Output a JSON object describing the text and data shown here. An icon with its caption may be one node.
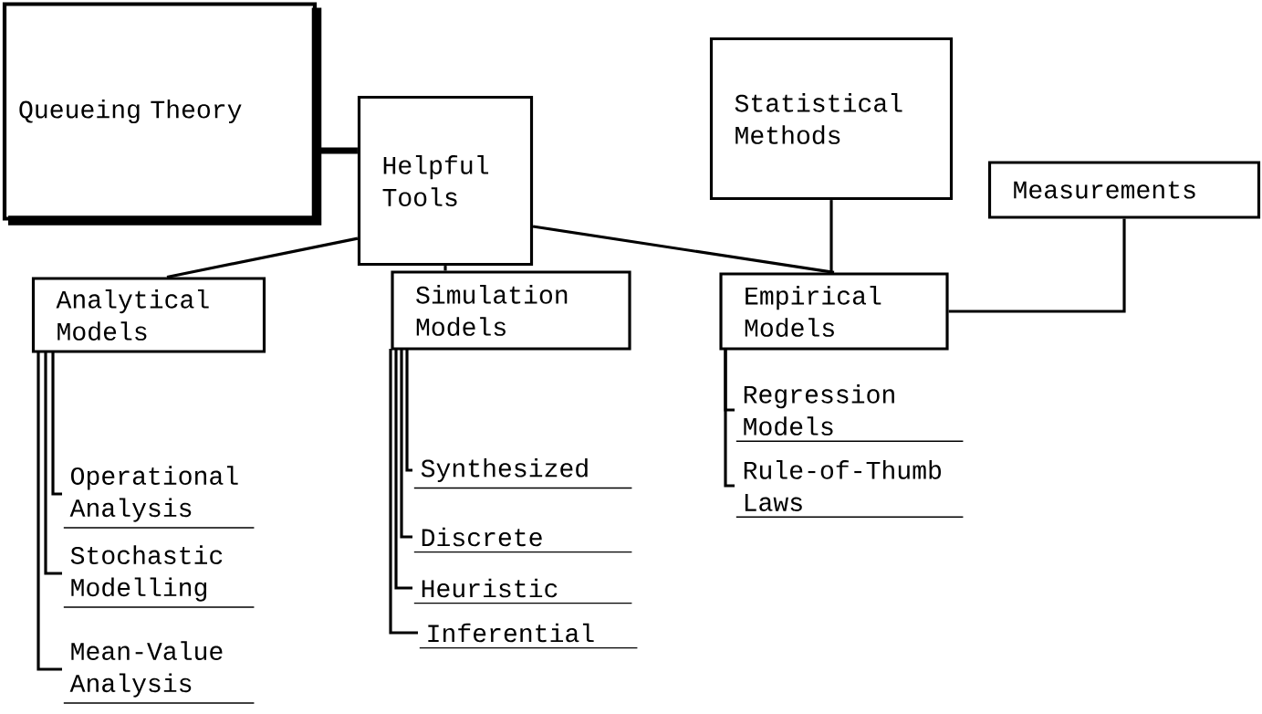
{
  "diagram": {
    "nodes": [
      {
        "text": [
          "Queueing Theory"
        ]
      },
      {
        "text": [
          "Helpful Tools"
        ]
      },
      {
        "text": [
          "Statistical Methods"
        ]
      },
      {
        "text": [
          "Measurements"
        ]
      },
      {
        "text": [
          "Analytical Models"
        ]
      },
      {
        "text": [
          "Simulation Models"
        ]
      },
      {
        "text": [
          "Empirical Models"
        ]
      },
      {
        "text": [
          "Operational Analysis"
        ]
      },
      {
        "text": [
          "Stochastic Modelling"
        ]
      },
      {
        "text": [
          "Mean-Value Analysis"
        ]
      },
      {
        "text": [
          "Synthesized"
        ]
      },
      {
        "text": [
          "Discrete"
        ]
      },
      {
        "text": [
          "Heuristic"
        ]
      },
      {
        "text": [
          "Inferential"
        ]
      },
      {
        "text": [
          "Regression Models"
        ]
      },
      {
        "text": [
          "Rule-of-Thumb Laws"
        ]
      }
    ],
    "edges": [
      {
        "from": 0,
        "to": 1,
        "arrow": "none",
        "style": "thick"
      },
      {
        "from": 1,
        "to": 4,
        "arrow": "none"
      },
      {
        "from": 1,
        "to": 5,
        "arrow": "none"
      },
      {
        "from": 1,
        "to": 6,
        "arrow": "none"
      },
      {
        "from": 2,
        "to": 6,
        "arrow": "none"
      },
      {
        "from": 3,
        "to": 6,
        "arrow": "none"
      },
      {
        "from": 4,
        "to": 7,
        "arrow": "none"
      },
      {
        "from": 4,
        "to": 8,
        "arrow": "none"
      },
      {
        "from": 4,
        "to": 9,
        "arrow": "none"
      },
      {
        "from": 5,
        "to": 10,
        "arrow": "none"
      },
      {
        "from": 5,
        "to": 11,
        "arrow": "none"
      },
      {
        "from": 5,
        "to": 12,
        "arrow": "none"
      },
      {
        "from": 5,
        "to": 13,
        "arrow": "none"
      },
      {
        "from": 6,
        "to": 14,
        "arrow": "none"
      },
      {
        "from": 6,
        "to": 15,
        "arrow": "none"
      }
    ]
  }
}
